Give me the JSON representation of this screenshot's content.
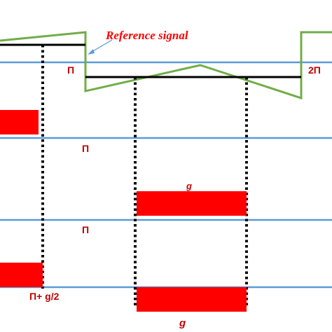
{
  "diagram": {
    "reference_label": "Reference signal",
    "labels": {
      "pi_top": "Π",
      "two_pi": "2Π",
      "pi_row2": "Π",
      "pi_row3": "Π",
      "pi_plus_half": "Π+ g/2",
      "g_row3": "g",
      "g_bottom": "g"
    },
    "colors": {
      "reference_wave": "#70AD47",
      "level_line": "#000000",
      "axis_line": "#5B9BD5",
      "pulse": "#FF0000",
      "label_text": "#C00000",
      "arrow": "#5B9BD5"
    }
  }
}
